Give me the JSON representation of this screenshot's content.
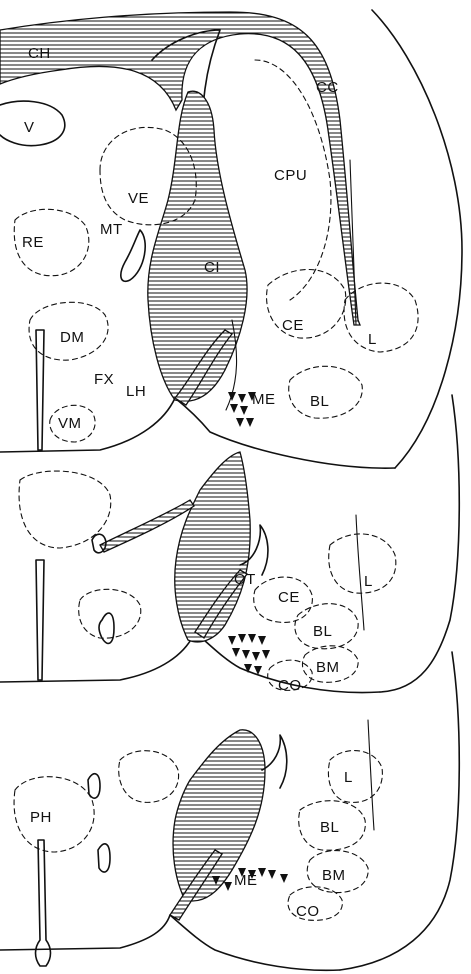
{
  "labels": {
    "ch": "CH",
    "v": "V",
    "cc": "CC",
    "cpu": "CPU",
    "ve": "VE",
    "mt": "MT",
    "re": "RE",
    "ci": "CI",
    "dm": "DM",
    "ce_top": "CE",
    "l_top": "L",
    "fx": "FX",
    "lh": "LH",
    "me_top": "ME",
    "bl_top": "BL",
    "vm": "VM",
    "l_mid": "L",
    "ot": "OT",
    "ce_mid": "CE",
    "bl_mid": "BL",
    "bm_mid": "BM",
    "co_mid": "CO",
    "l_bot": "L",
    "ph": "PH",
    "bl_bot": "BL",
    "me_bot": "ME",
    "bm_bot": "BM",
    "co_bot": "CO"
  },
  "marker": {
    "name": "arrowhead-marker",
    "color": "#111111"
  }
}
